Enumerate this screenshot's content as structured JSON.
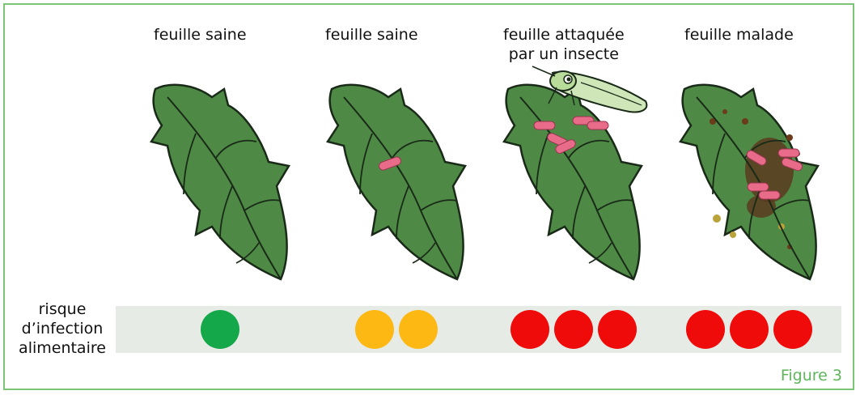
{
  "columns": [
    {
      "label": "feuille saine"
    },
    {
      "label": "feuille saine"
    },
    {
      "label_line1": "feuille attaquée",
      "label_line2": "par un insecte"
    },
    {
      "label": "feuille malade"
    }
  ],
  "risk_label": {
    "line1": "risque",
    "line2": "d’infection",
    "line3": "alimentaire"
  },
  "risk_levels": [
    1,
    2,
    3,
    3
  ],
  "colors": {
    "frame": "#7cc576",
    "leaf_fill": "#4e8a45",
    "leaf_vein": "#1a2a18",
    "bacteria": "#e86b8a",
    "low_risk": "#14a84a",
    "medium_risk": "#fdb813",
    "high_risk": "#f00b0b",
    "band": "#e6ebe6"
  },
  "caption": "Figure 3"
}
